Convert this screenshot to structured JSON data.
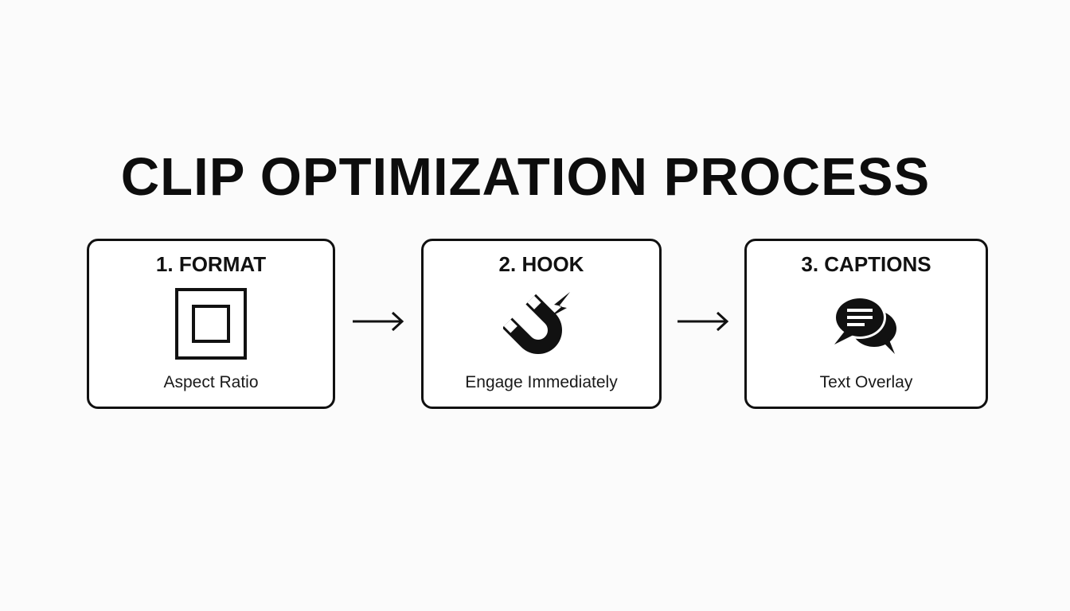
{
  "title": "CLIP OPTIMIZATION PROCESS",
  "colors": {
    "background": "#fbfbfb",
    "card_background": "#ffffff",
    "stroke": "#111111",
    "text": "#111111"
  },
  "steps": [
    {
      "number": 1,
      "title": "1. FORMAT",
      "icon": "nested-squares-icon",
      "caption": "Aspect Ratio"
    },
    {
      "number": 2,
      "title": "2. HOOK",
      "icon": "magnet-icon",
      "caption": "Engage Immediately"
    },
    {
      "number": 3,
      "title": "3. CAPTIONS",
      "icon": "speech-bubbles-icon",
      "caption": "Text Overlay"
    }
  ],
  "connectors": [
    {
      "from": 1,
      "to": 2,
      "icon": "arrow-right-icon"
    },
    {
      "from": 2,
      "to": 3,
      "icon": "arrow-right-icon"
    }
  ]
}
